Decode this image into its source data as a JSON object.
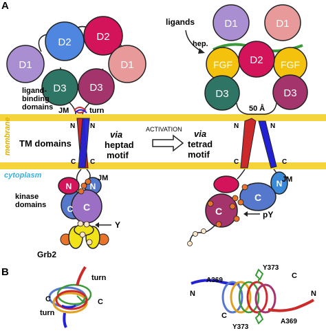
{
  "panel_labels": {
    "a": "A",
    "b": "B"
  },
  "domains": {
    "d1": "D1",
    "d2": "D2",
    "d3": "D3",
    "fgf": "FGF",
    "n": "N",
    "c": "C"
  },
  "left": {
    "ligand_binding": [
      "ligand-",
      "binding",
      "domains"
    ],
    "jm": "JM",
    "turn": "turn",
    "tm_domains": "TM domains",
    "via": "via",
    "motif": [
      "heptad",
      "motif"
    ],
    "kinase": [
      "kinase",
      "domains"
    ],
    "y": "Y",
    "grb2": "Grb2"
  },
  "right": {
    "ligands": "ligands",
    "hep": "hep.",
    "distance": "50 Å",
    "via": "via",
    "motif": [
      "tetrad",
      "motif"
    ],
    "jm": "JM",
    "py": "pY"
  },
  "membrane_label": "membrane",
  "cytoplasm_label": "cytoplasm",
  "activation": "ACTIVATION",
  "panel_b": {
    "turn_top": "turn",
    "turn_bottom": "turn",
    "c": "C",
    "n": "N",
    "y373": "Y373",
    "a369": "A369"
  },
  "colors": {
    "d1_left": "#a98fd1",
    "d2": "#d4145a",
    "d1_right": "#e89a9a",
    "d3_left": "#2f7565",
    "d3_right": "#a4356c",
    "fgf": "#f4c20d",
    "membrane": "#f5d33a",
    "tm_blue": "#2222d4",
    "tm_red": "#cc2a2a",
    "kinase_n": "#d4145a",
    "kinase_c": "#9b6fc3",
    "kinase_blue": "#5577cc",
    "phospho": "#e8732a",
    "grb2": "#f2e21a",
    "membrane_text": "#e0b000",
    "cytoplasm_text": "#3ab0e0"
  }
}
